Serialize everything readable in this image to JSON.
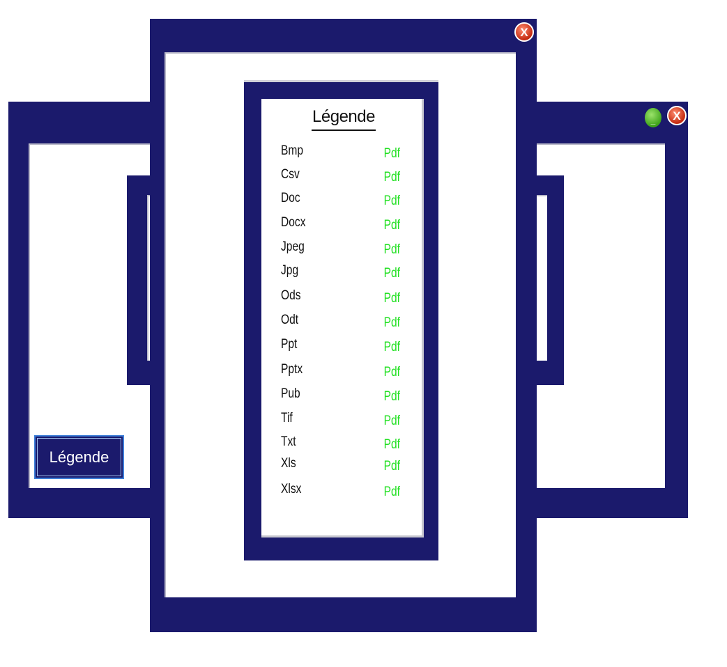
{
  "background_window": {
    "button_label": "Légende",
    "minimize_glyph": "_",
    "close_glyph": "X"
  },
  "dialog": {
    "close_glyph": "X"
  },
  "legend": {
    "title": "Légende",
    "rows": [
      {
        "ext": "Bmp",
        "format": "Pdf"
      },
      {
        "ext": "Csv",
        "format": "Pdf"
      },
      {
        "ext": "Doc",
        "format": "Pdf"
      },
      {
        "ext": "Docx",
        "format": "Pdf"
      },
      {
        "ext": "Jpeg",
        "format": "Pdf"
      },
      {
        "ext": "Jpg",
        "format": "Pdf"
      },
      {
        "ext": "Ods",
        "format": "Pdf"
      },
      {
        "ext": "Odt",
        "format": "Pdf"
      },
      {
        "ext": "Ppt",
        "format": "Pdf"
      },
      {
        "ext": "Pptx",
        "format": "Pdf"
      },
      {
        "ext": "Pub",
        "format": "Pdf"
      },
      {
        "ext": "Tif",
        "format": "Pdf"
      },
      {
        "ext": "Txt",
        "format": "Pdf"
      },
      {
        "ext": "Xls",
        "format": "Pdf"
      },
      {
        "ext": "Xlsx",
        "format": "Pdf"
      }
    ]
  },
  "colors": {
    "frame": "#1b1a6c",
    "format_text": "#22e022"
  }
}
